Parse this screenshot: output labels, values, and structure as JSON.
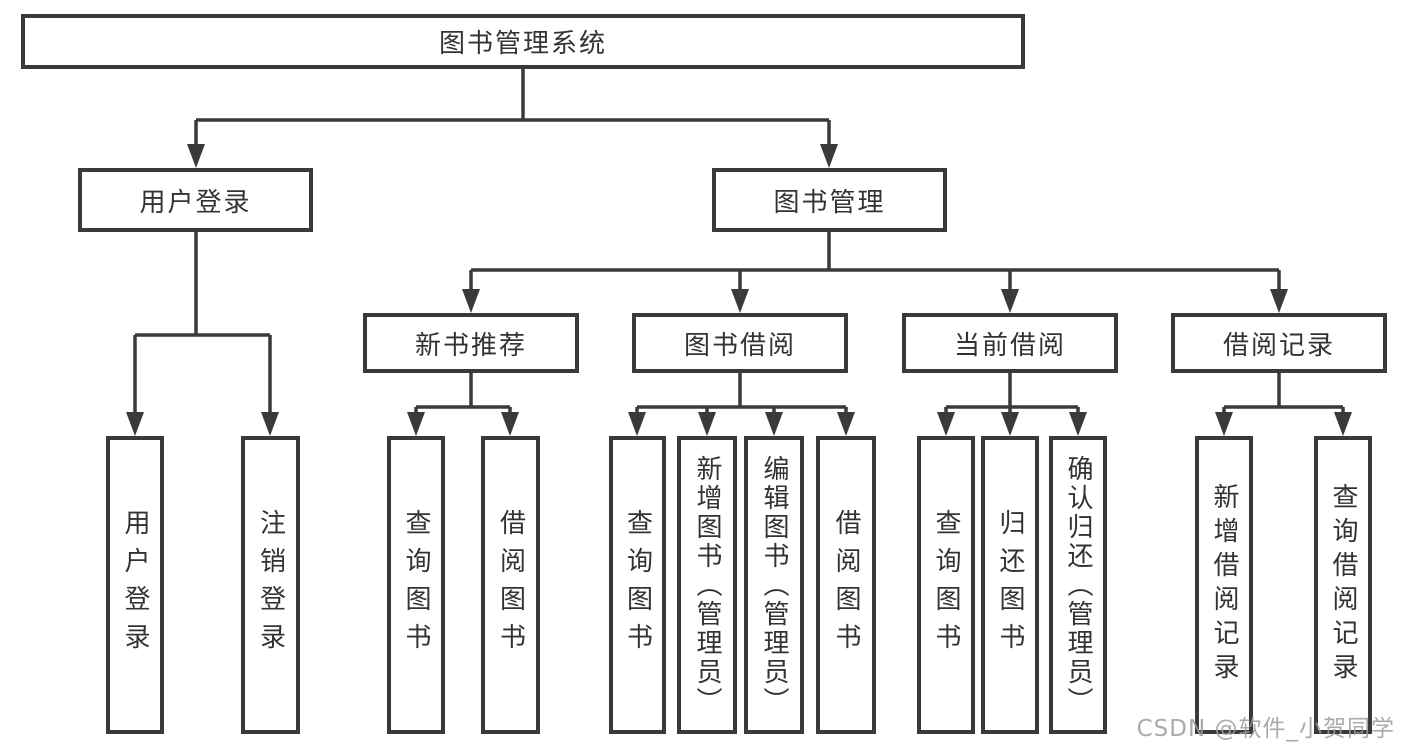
{
  "nodes": {
    "root": {
      "label": "图书管理系统"
    },
    "user_login": {
      "label": "用户登录"
    },
    "book_mgmt": {
      "label": "图书管理"
    },
    "new_book": {
      "label": "新书推荐"
    },
    "book_borrow": {
      "label": "图书借阅"
    },
    "current_borrow": {
      "label": "当前借阅"
    },
    "borrow_records": {
      "label": "借阅记录"
    },
    "leaves": [
      {
        "label": "用户登录"
      },
      {
        "label": "注销登录"
      },
      {
        "label": "查询图书"
      },
      {
        "label": "借阅图书"
      },
      {
        "label": "查询图书"
      },
      {
        "label": "新增图书（管理员）"
      },
      {
        "label": "编辑图书（管理员）"
      },
      {
        "label": "借阅图书"
      },
      {
        "label": "查询图书"
      },
      {
        "label": "归还图书"
      },
      {
        "label": "确认归还（管理员）"
      },
      {
        "label": "新增借阅记录"
      },
      {
        "label": "查询借阅记录"
      }
    ]
  },
  "watermark": "CSDN @软件_小贺同学",
  "colors": {
    "line": "#3a3a3a",
    "text": "#333333",
    "watermark": "#9c9c9c",
    "background": "#ffffff"
  }
}
